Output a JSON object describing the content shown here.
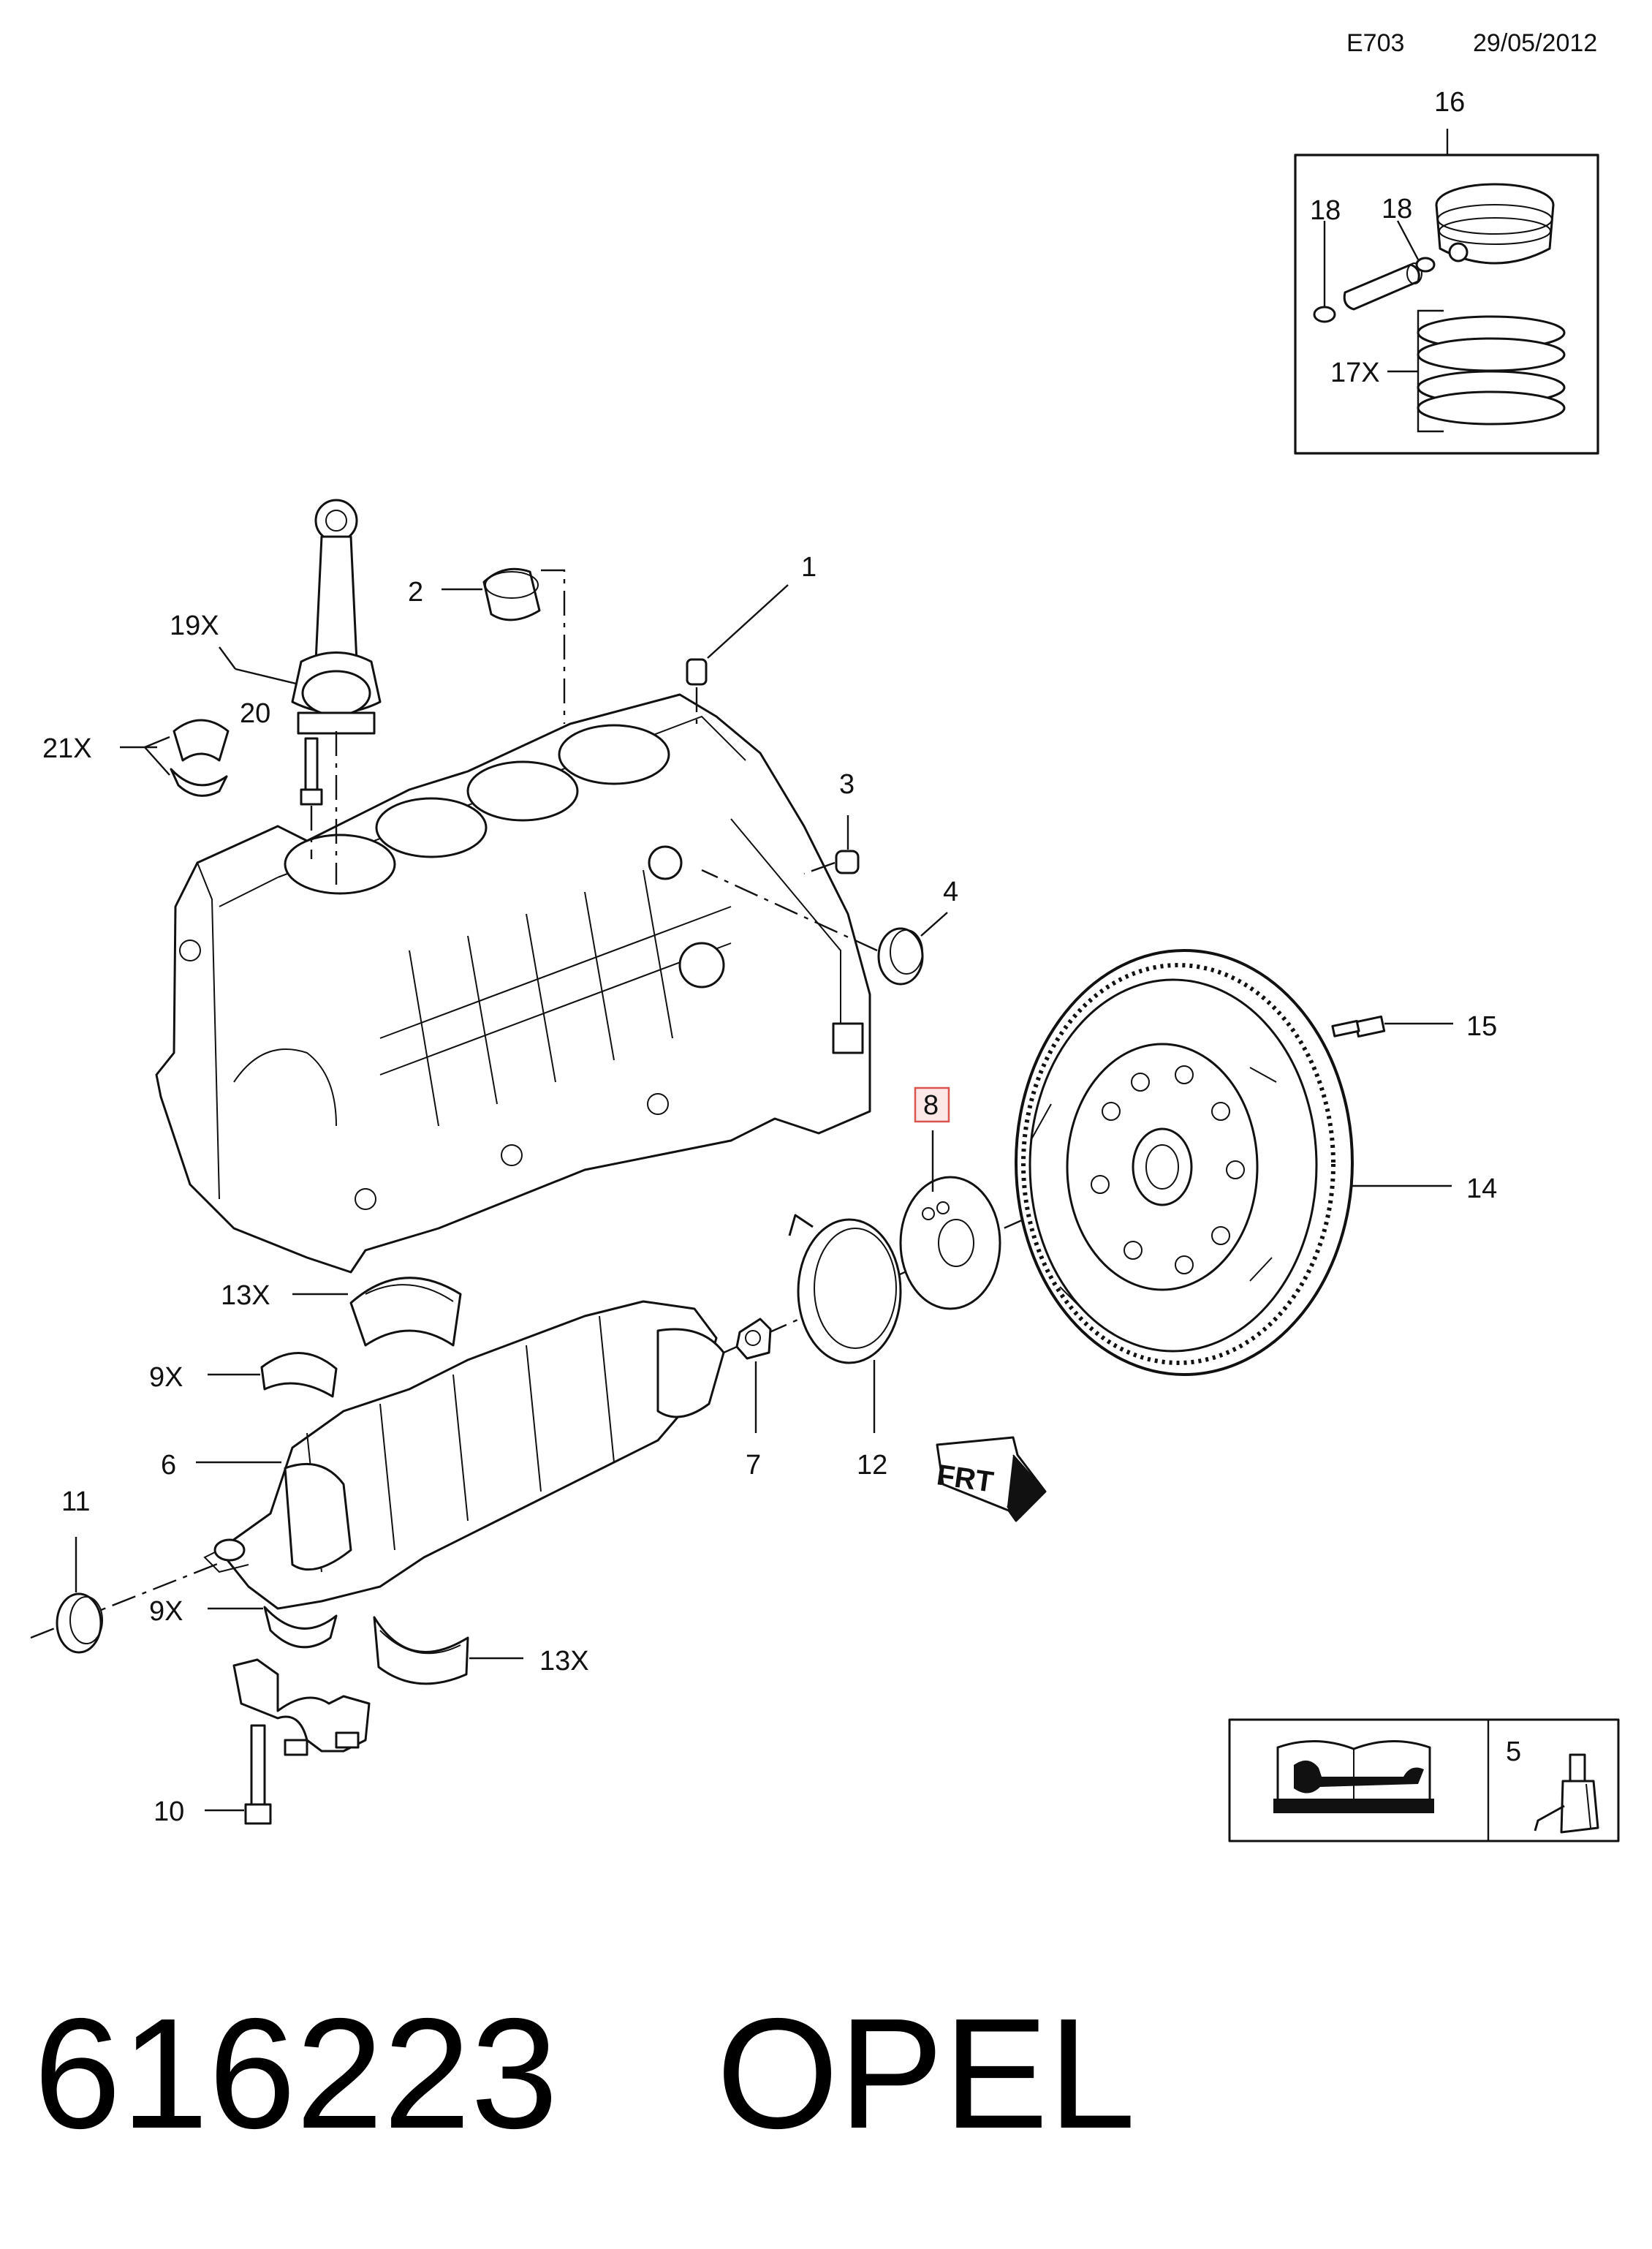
{
  "header": {
    "code": "E703",
    "date": "29/05/2012"
  },
  "footer": {
    "part_number": "616223",
    "brand": "OPEL"
  },
  "callouts": {
    "c1": "1",
    "c2": "2",
    "c3": "3",
    "c4": "4",
    "c5": "5",
    "c6": "6",
    "c7": "7",
    "c8": "8",
    "c9a": "9X",
    "c9b": "9X",
    "c10": "10",
    "c11": "11",
    "c12": "12",
    "c13a": "13X",
    "c13b": "13X",
    "c14": "14",
    "c15": "15",
    "c16": "16",
    "c17": "17X",
    "c18a": "18",
    "c18b": "18",
    "c19": "19X",
    "c20": "20",
    "c21": "21X"
  },
  "front_marker": "FRT",
  "highlighted_callout": "8",
  "icons": [
    "manual-wrench-icon",
    "sealant-tube-icon"
  ],
  "colors": {
    "ink": "#111111",
    "highlight_border": "#d9534f",
    "highlight_fill": "#fde8e8"
  }
}
